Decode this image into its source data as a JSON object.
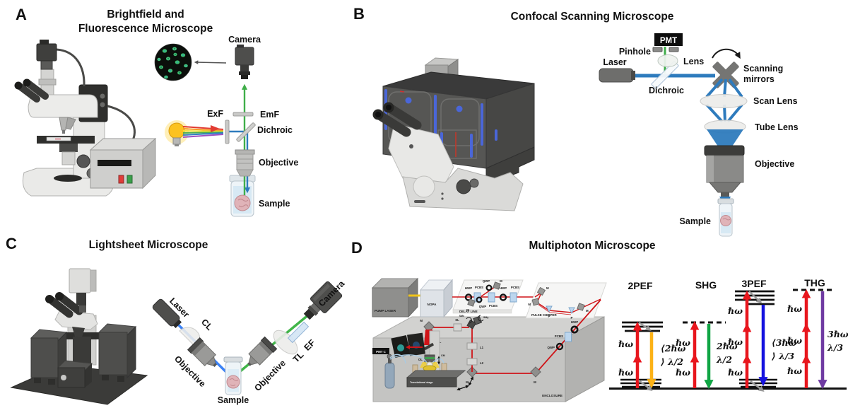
{
  "colors": {
    "beam_blue": "#2e7bbd",
    "beam_green": "#3fae49",
    "beam_red": "#cf1418",
    "laser_yellow": "#f0c419",
    "bulb_yellow": "#fcc220",
    "accent_blue": "#4a66d8",
    "sample_pink": "#e0b3b8",
    "rainbow": [
      "#e23b32",
      "#f59c1f",
      "#f2e03a",
      "#4caf50",
      "#2f7fc1",
      "#9c4fc2"
    ],
    "jablonski_excitation_red": "#e8161d"
  },
  "panel_a": {
    "letter": "A",
    "title_line1": "Brightfield and",
    "title_line2": "Fluorescence Microscope",
    "labels": {
      "camera": "Camera",
      "exf": "ExF",
      "emf": "EmF",
      "dichroic": "Dichroic",
      "objective": "Objective",
      "sample": "Sample"
    }
  },
  "panel_b": {
    "letter": "B",
    "title": "Confocal Scanning Microscope",
    "labels": {
      "pmt": "PMT",
      "pinhole": "Pinhole",
      "lens": "Lens",
      "laser": "Laser",
      "dichroic": "Dichroic",
      "scanning_mirrors_line1": "Scanning",
      "scanning_mirrors_line2": "mirrors",
      "scan_lens": "Scan Lens",
      "tube_lens": "Tube Lens",
      "objective": "Objective",
      "sample": "Sample"
    }
  },
  "panel_c": {
    "letter": "C",
    "title": "Lightsheet Microscope",
    "labels": {
      "laser": "Laser",
      "cl": "CL",
      "objective_illumination": "Objective",
      "sample": "Sample",
      "objective_detection": "Objective",
      "tl": "TL",
      "ef": "EF",
      "camera": "Camera"
    }
  },
  "panel_d": {
    "letter": "D",
    "title": "Multiphoton Microscope",
    "setup_labels": {
      "pump_laser": "PUMP LASER",
      "nopa": "NOPA",
      "delay_line": "DELAY LINE",
      "pulse_chirper": "PULSE CHIRPER",
      "enclosure": "ENCLOSURE",
      "translational_stage": "Translational stage",
      "pmt": "PMT C",
      "hwp": "HWP",
      "pcbs": "PCBS",
      "qwp": "QWP",
      "m": "M",
      "p": "P",
      "sl": "SL",
      "sm_x": "SMx",
      "sm_y": "SMy",
      "tl": "TL",
      "l1": "L1",
      "l2": "L2",
      "ol": "OL",
      "cm": "CM"
    },
    "jablonski_diagrams": [
      {
        "name": "2PEF",
        "photon_count": 2,
        "photon_label": "ℏω",
        "emission_line1": "⟨2ℏω",
        "emission_line2": "⟩ λ/2",
        "emission_color": "#fcb216",
        "upper_state": "real",
        "lower_state": "vibrational bands"
      },
      {
        "name": "SHG",
        "photon_count": 2,
        "photon_label": "ℏω",
        "emission_line1": "2ℏω",
        "emission_line2": "λ/2",
        "emission_color": "#10a544",
        "upper_state": "virtual",
        "lower_state": "ground line"
      },
      {
        "name": "3PEF",
        "photon_count": 3,
        "photon_label": "ℏω",
        "emission_line1": "⟨3ℏω",
        "emission_line2": "⟩ λ/3",
        "emission_color": "#1512df",
        "upper_state": "real",
        "lower_state": "vibrational bands"
      },
      {
        "name": "THG",
        "photon_count": 3,
        "photon_label": "ℏω",
        "emission_line1": "3ℏω",
        "emission_line2": "λ/3",
        "emission_color": "#6f3ba2",
        "upper_state": "virtual",
        "lower_state": "ground line"
      }
    ]
  }
}
